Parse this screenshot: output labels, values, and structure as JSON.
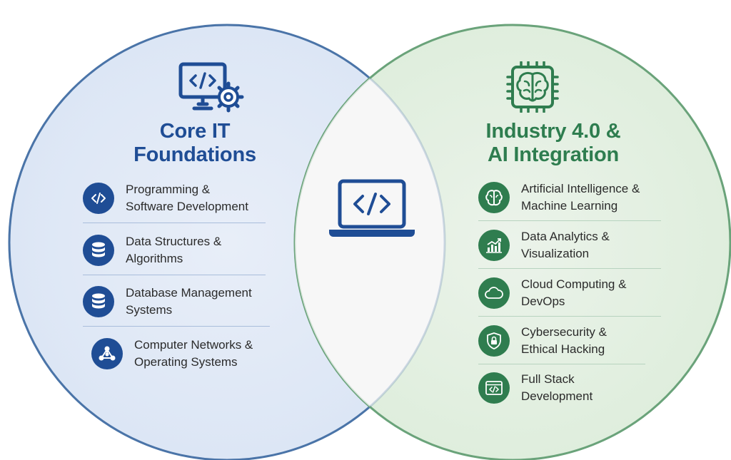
{
  "colors": {
    "left_fill": "#e3ebf7",
    "left_stroke": "#4a74a8",
    "right_fill": "#e5f0e4",
    "right_stroke": "#6aa37a",
    "center_fill": "#f7f7f7",
    "blue": "#1f4d95",
    "green": "#2f7d4f"
  },
  "left": {
    "title_line1": "Core IT",
    "title_line2": "Foundations",
    "header_icon": "monitor-code-gear-icon",
    "items": [
      {
        "line1": "Programming &",
        "line2": "Software Development",
        "icon": "code-icon"
      },
      {
        "line1": "Data Structures &",
        "line2": "Algorithms",
        "icon": "database-icon"
      },
      {
        "line1": "Database Management",
        "line2": "Systems",
        "icon": "database-icon"
      },
      {
        "line1": "Computer Networks &",
        "line2": "Operating Systems",
        "icon": "network-icon"
      }
    ]
  },
  "center": {
    "icon": "laptop-code-icon"
  },
  "right": {
    "title_line1": "Industry 4.0 &",
    "title_line2": "AI Integration",
    "header_icon": "brain-chip-icon",
    "items": [
      {
        "line1": "Artificial Intelligence &",
        "line2": "Machine Learning",
        "icon": "brain-icon"
      },
      {
        "line1": "Data Analytics &",
        "line2": "Visualization",
        "icon": "chart-icon"
      },
      {
        "line1": "Cloud Computing &",
        "line2": "DevOps",
        "icon": "cloud-icon"
      },
      {
        "line1": "Cybersecurity &",
        "line2": "Ethical Hacking",
        "icon": "shield-lock-icon"
      },
      {
        "line1": "Full Stack",
        "line2": "Development",
        "icon": "browser-code-icon"
      }
    ]
  }
}
